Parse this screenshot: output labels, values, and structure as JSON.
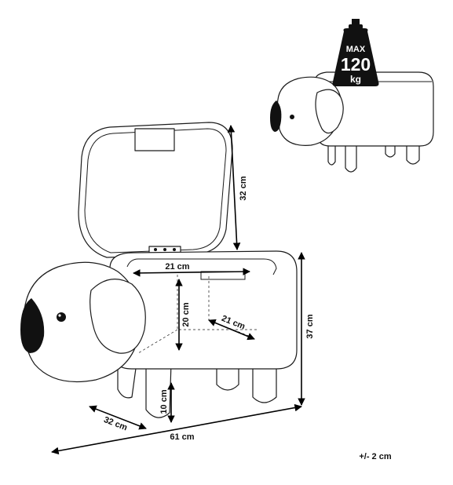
{
  "weight_badge": {
    "prefix": "MAX",
    "value": "120",
    "unit": "kg"
  },
  "dimensions": {
    "lid_height": "32 cm",
    "top_width": "21 cm",
    "inner_height": "20 cm",
    "inner_depth": "21 cm",
    "total_height": "37 cm",
    "leg_height": "10 cm",
    "depth": "32 cm",
    "length": "61 cm"
  },
  "tolerance": "+/- 2 cm",
  "colors": {
    "line": "#1b1b1b",
    "ear": "#111111",
    "background": "#ffffff"
  }
}
